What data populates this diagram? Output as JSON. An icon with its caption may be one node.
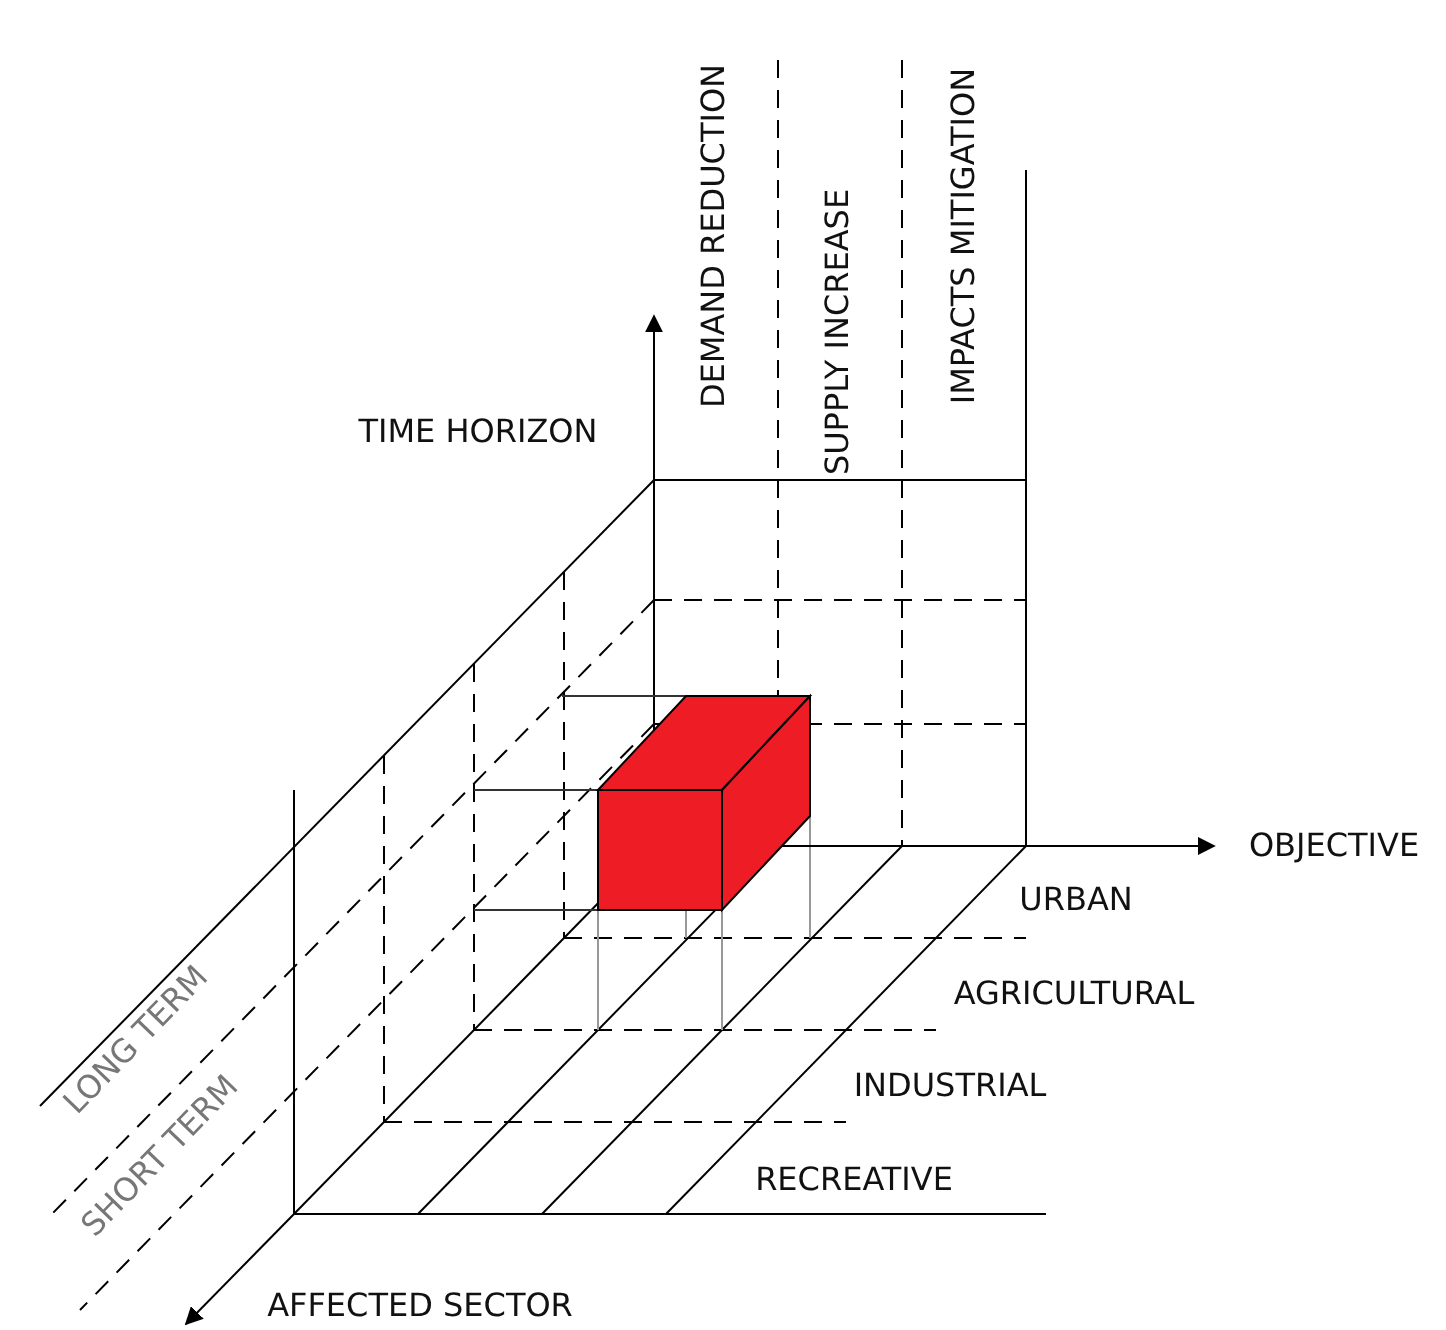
{
  "diagram": {
    "labels": [
      "DEMAND REDUCTION",
      "SUPPLY INCREASE",
      "IMPACTS MITIGATION",
      "TIME HORIZON",
      "OBJECTIVE",
      "URBAN",
      "AGRICULTURAL",
      "INDUSTRIAL",
      "LONG TERM",
      "SHORT TERM",
      "RECREATIVE",
      "AFFECTED SECTOR"
    ]
  }
}
